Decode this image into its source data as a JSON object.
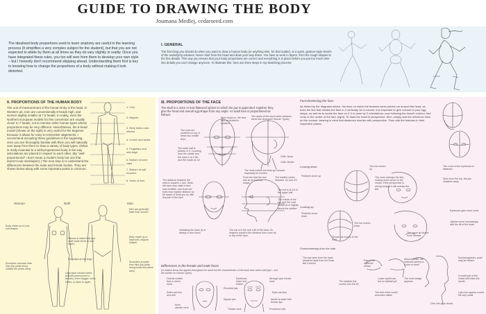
{
  "header": {
    "title": "GUIDE TO DRAWING THE BODY",
    "author": "Joumana Medlej, cedarseed.com"
  },
  "intro": {
    "text": "The idealised body proportions used to learn anatomy are useful in the learning process (it simplifies a very complex subject for the student), but that you are not expected to abide by them at all times as they do vary slightly in reality. Once you have integrated these rules, you too will veer from them to develop your own style – but I honestly don't recommend skipping ahead. Understanding them first is key to knowing how to change the proportions of a body without making it look distorted."
  },
  "general": {
    "heading": "I. GENERAL",
    "text": "The first thing you should do when you want to draw a human body (or anything else, for that matter), is a quick, gesture-style sketch of the underlying volumes. Never start from the head and draw your way down. You have to work in layers, from the rough shapes to the fine details. This way you ensure that your body proportions are correct and everything is in place before you put too much time into details you can't change anymore. To illustrate this, here are three steps in my sketching process:"
  },
  "section2": {
    "heading": "II. PROPORTIONS OF THE HUMAN BODY",
    "text": "The unit of measurement of the human body is the head. In Western art, men are conventionally 8 heads high, and women slightly smaller at 7.5 heads. In reality, even the Northern European models for this convention are usually closer to 7 heads, not to mention other human types whose proportions may be very different. Nevertheless, the 8-head model (shown on the right) is very useful for the beginner because it allows for easy-to-remember alignments: I recommend accepting these guidelines in the beginning, once you are thoroughly familiar with them you will naturally veer away from them to draw a variety of body types. (What is really essential to a well-proportioned body is the way articulations are placed in respect to each other. (By \"well-proportioned\" I don't mean a model's body but one that doesn't look misshapen).) The next step is to understand the differences between the male and female bodies. They are shown below along with some important points in common:",
    "labels": [
      "1. Chin",
      "2. Nipples",
      "3. Belly button and elbows",
      "4. Crotch and wrists",
      "5. Fingertips and mid-thigh",
      "6. Bottom of knee caps",
      "7. Bottom of calf muscles",
      "8. Soles of feet"
    ],
    "woman_label": "Woman",
    "both_label": "Both",
    "man_label": "Man",
    "notes": {
      "woman_body": "Body made up of oval, soft shapes",
      "woman_shoulders": "Shoulders narrower than hips (hip joints being outside the pelvis area)",
      "both_elbows": "Elbows at waist level (but male waist tends to look lower)",
      "both_fingertips": "Fingertips at mid-thigh",
      "both_legs": "Legs taper toward knees (muscle pronounced in women), then stagger out to knees, to taper in again",
      "man_height": "Men are generally taller than women",
      "man_body": "Body made up of trapezoid, angular shapes",
      "man_shoulders": "Shoulders broader than hips (hip joints being inside the pelvis area)"
    }
  },
  "section3": {
    "heading": "III. PROPORTIONS OF THE FACE",
    "text": "The skull is a more or less flattened sphere to which the jaw is appended: together they give the head and overall egg-shape from any angle. An adult face is proportioned as follows:",
    "notes": {
      "eyes_center": "The eyes are centered on top of these two middle lines.",
      "lower_half": "The lower half is divided in 3. Counting from the middle line, the nose is at 1/3th and the mouth at 1/2",
      "same_level": "Seen head-on, the face can be divided in quarters",
      "neck": "The neck makes the head go forward, especially for women.",
      "depth": "The depth of the skull varies between these two lines (see Human Types)",
      "ratio_a": "2/3th: Nose",
      "ratio_b": "1/3th: Mouth",
      "distance": "The distance between the eyes is equal to 1 eye. Wide-set eyes may make a face look childlike, and close-set eyes may register distrust; so be aware of what you do with this part of the face.",
      "from_side": "From the side the eye has an arrowhead shape.",
      "hairline": "The hairline varies between 1/4 and 2/3",
      "ear": "The ear is at 1/4 of the upper half",
      "nostril": "The hollow of the ear and the nose occurs at or slightly above the midline",
      "indicating": "Indicating the lower lip is always a nice touch",
      "side_ear": "The ear is in the rear half of the head. Its height is equal to the distance from nose tip to top of the eyes."
    },
    "diff_heading": "Differences in the female and male faces",
    "diff_text": "(In relative terms this applies throughout the world but the characteristics of the basic face varies with type – see the section on Human Types)",
    "diff_notes": {
      "a": "Overall smaller than a man's head",
      "b": "Eyebrows lower and thicker",
      "c": "Rounded jaw",
      "d": "Square jaw",
      "e": "Softer jaw line and chin",
      "f": "More slender neck",
      "g": "Thicker neck",
      "h": "Stronger jaw, thicker neck",
      "i": "Eyes are less",
      "j": "Mouth is wider with thinner lips",
      "k": "Prominent chin"
    },
    "foreshortening": {
      "heading": "Foreshortening the face",
      "text": "As hinted by the diagrams above, the lines on which the features were placed run around the head, as does the line that divides the face in 2 vertically. As a volume, it is important to give volume to your egg-shape, as well as to locate the face on it. It is done by 2 orientations: now following the head's contour, find cross in the center of the face (right). To draw the head in perspective, then, simply add the reference lines on the contour, bearing in mind that distances shorten with perspective. Then add the features in their respective places.",
      "looking_down": "Looking down",
      "looking_up": "Looking up",
      "from_side": "Foreshortening from the side",
      "n1": "Features curve up",
      "n2": "The ear moves up",
      "n3": "The nose overlaps the line, looking much closer to the mouth. If the perspective is strong enough it will overlap the lips",
      "n4": "The curve of the eyebrows is flattened",
      "n5": "Seen from the top, the jaw vanishes away",
      "n6": "Features curve down",
      "n7": "The ear moves down",
      "n8": "Throat line comes to the front",
      "n9": "The upper lip shows more surface",
      "n10": "Eyebrows gain more curve",
      "n11": "Jawline curve increasingly with the tilt of the head",
      "n12": "The eye seen from the back: detaches itself from the head like a funnel",
      "n13": "The eyelash line curves over the lid",
      "n14": "Part of the eyebrow shows",
      "n15": "Almost profile: the eyebrow seems to curve on itself",
      "n16": "Lower eyelid can, but no eyeball yet",
      "n17": "Eyeball appears, pupil may be hidden",
      "n18": "The nose bridge appears",
      "n19": "The fold of the nostril becomes visible",
      "n20": "A small part of the cheek still hides the mouth",
      "n21": "Lips now appear, mouth fits very small",
      "n22": "Chin line joins throat"
    }
  }
}
